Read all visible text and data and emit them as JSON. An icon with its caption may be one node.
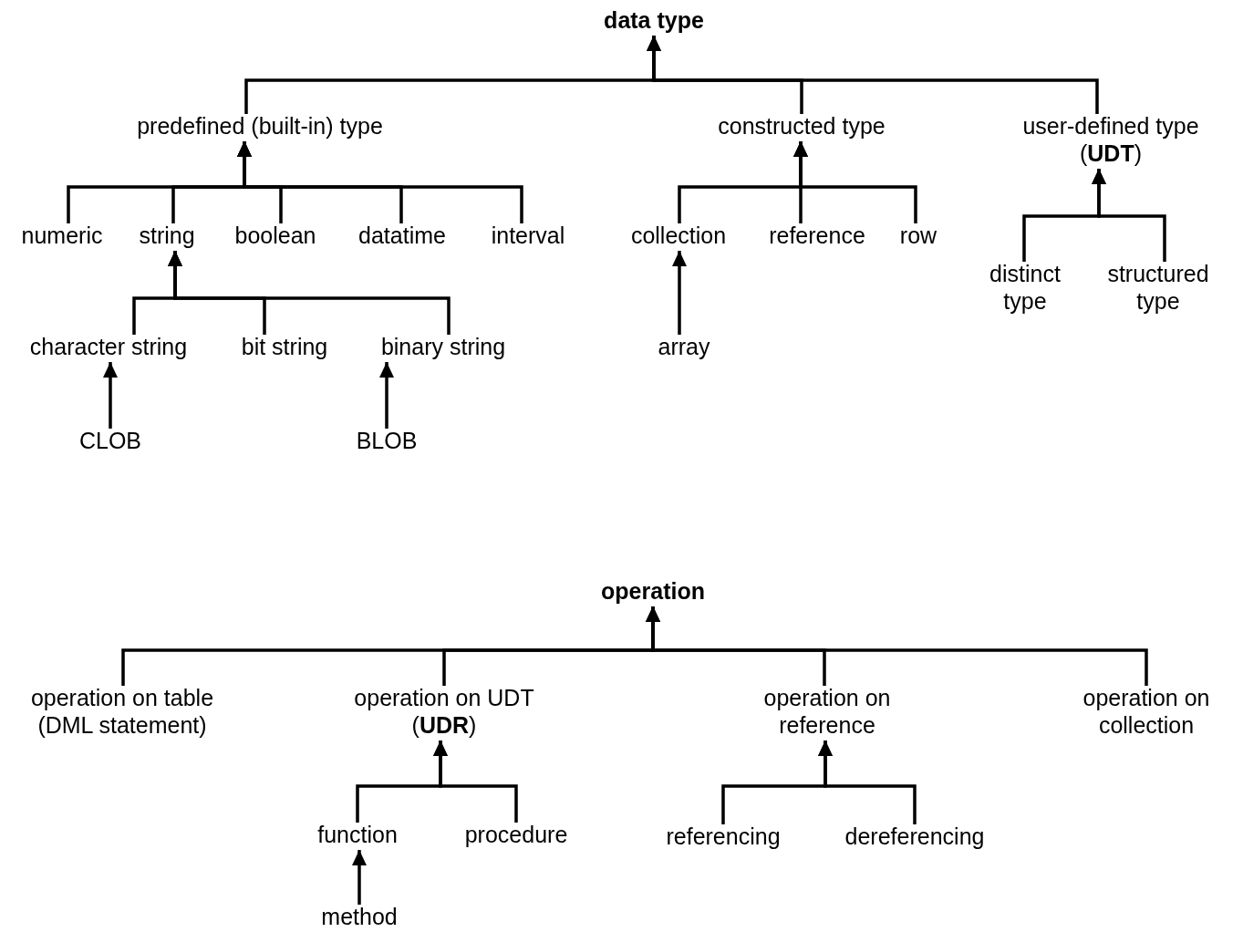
{
  "diagram": {
    "nodes": [
      {
        "text": [
          "data type"
        ]
      },
      {
        "text": [
          "predefined (built-in) type"
        ]
      },
      {
        "text": [
          "constructed type"
        ]
      },
      {
        "text": [
          "user-defined type (**UDT**)"
        ]
      },
      {
        "text": [
          "numeric"
        ]
      },
      {
        "text": [
          "string"
        ]
      },
      {
        "text": [
          "boolean"
        ]
      },
      {
        "text": [
          "datatime"
        ]
      },
      {
        "text": [
          "interval"
        ]
      },
      {
        "text": [
          "collection"
        ]
      },
      {
        "text": [
          "reference"
        ]
      },
      {
        "text": [
          "row"
        ]
      },
      {
        "text": [
          "distinct type"
        ]
      },
      {
        "text": [
          "structured type"
        ]
      },
      {
        "text": [
          "character string"
        ]
      },
      {
        "text": [
          "bit string"
        ]
      },
      {
        "text": [
          "binary string"
        ]
      },
      {
        "text": [
          "array"
        ]
      },
      {
        "text": [
          "CLOB"
        ]
      },
      {
        "text": [
          "BLOB"
        ]
      },
      {
        "text": [
          "operation"
        ]
      },
      {
        "text": [
          "operation on table (DML statement)"
        ]
      },
      {
        "text": [
          "operation on UDT (**UDR**)"
        ]
      },
      {
        "text": [
          "operation on reference"
        ]
      },
      {
        "text": [
          "operation on collection"
        ]
      },
      {
        "text": [
          "function"
        ]
      },
      {
        "text": [
          "procedure"
        ]
      },
      {
        "text": [
          "referencing"
        ]
      },
      {
        "text": [
          "dereferencing"
        ]
      },
      {
        "text": [
          "method"
        ]
      }
    ],
    "edges": [
      {
        "from": 1,
        "to": 0,
        "arrow": "to"
      },
      {
        "from": 2,
        "to": 0,
        "arrow": "to"
      },
      {
        "from": 3,
        "to": 0,
        "arrow": "to"
      },
      {
        "from": 4,
        "to": 1,
        "arrow": "to"
      },
      {
        "from": 5,
        "to": 1,
        "arrow": "to"
      },
      {
        "from": 6,
        "to": 1,
        "arrow": "to"
      },
      {
        "from": 7,
        "to": 1,
        "arrow": "to"
      },
      {
        "from": 8,
        "to": 1,
        "arrow": "to"
      },
      {
        "from": 9,
        "to": 2,
        "arrow": "to"
      },
      {
        "from": 10,
        "to": 2,
        "arrow": "to"
      },
      {
        "from": 11,
        "to": 2,
        "arrow": "to"
      },
      {
        "from": 12,
        "to": 3,
        "arrow": "to"
      },
      {
        "from": 13,
        "to": 3,
        "arrow": "to"
      },
      {
        "from": 14,
        "to": 5,
        "arrow": "to"
      },
      {
        "from": 15,
        "to": 5,
        "arrow": "to"
      },
      {
        "from": 16,
        "to": 5,
        "arrow": "to"
      },
      {
        "from": 17,
        "to": 9,
        "arrow": "to"
      },
      {
        "from": 18,
        "to": 14,
        "arrow": "to"
      },
      {
        "from": 19,
        "to": 16,
        "arrow": "to"
      },
      {
        "from": 21,
        "to": 20,
        "arrow": "to"
      },
      {
        "from": 22,
        "to": 20,
        "arrow": "to"
      },
      {
        "from": 23,
        "to": 20,
        "arrow": "to"
      },
      {
        "from": 24,
        "to": 20,
        "arrow": "to"
      },
      {
        "from": 25,
        "to": 22,
        "arrow": "to"
      },
      {
        "from": 26,
        "to": 22,
        "arrow": "to"
      },
      {
        "from": 27,
        "to": 23,
        "arrow": "to"
      },
      {
        "from": 28,
        "to": 23,
        "arrow": "to"
      },
      {
        "from": 29,
        "to": 25,
        "arrow": "to"
      }
    ]
  }
}
